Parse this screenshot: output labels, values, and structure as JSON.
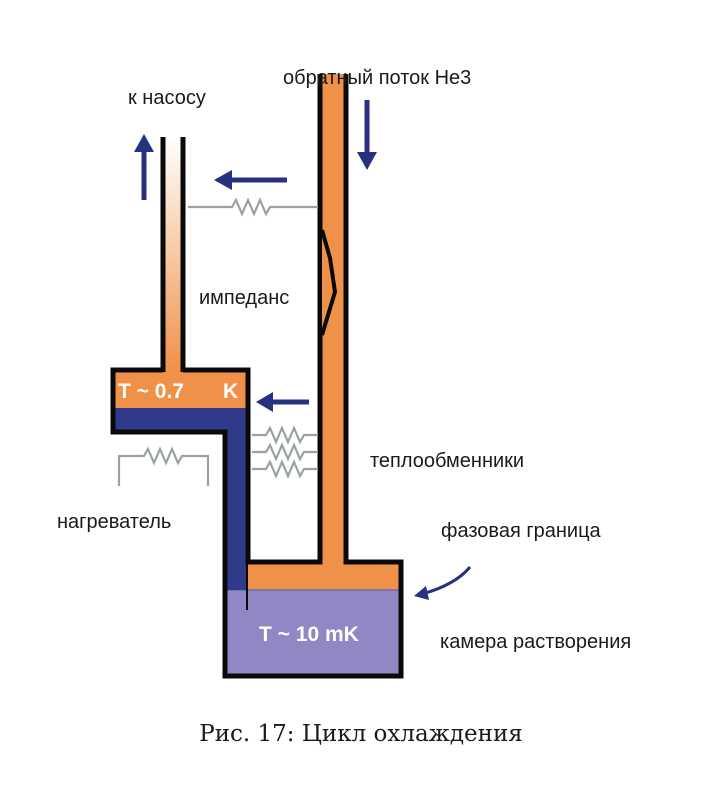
{
  "labels": {
    "to_pump": "к насосу",
    "return_flow": "обратный поток He3",
    "impedance": "импеданс",
    "still_temp_left": "T ~ 0.7",
    "still_temp_unit": "K",
    "heat_exchangers": "теплообменники",
    "heater": "нагреватель",
    "phase_boundary": "фазовая граница",
    "mixing_temp": "T ~ 10 mK",
    "mixing_chamber": "камера растворения"
  },
  "caption": "Рис. 17: Цикл охлаждения",
  "colors": {
    "orange": "#f0914a",
    "blue_dark": "#2f3a8a",
    "lavender": "#8f88c4",
    "outline": "#0a0a0a",
    "arrow": "#283080",
    "wire": "#9aa39a"
  }
}
